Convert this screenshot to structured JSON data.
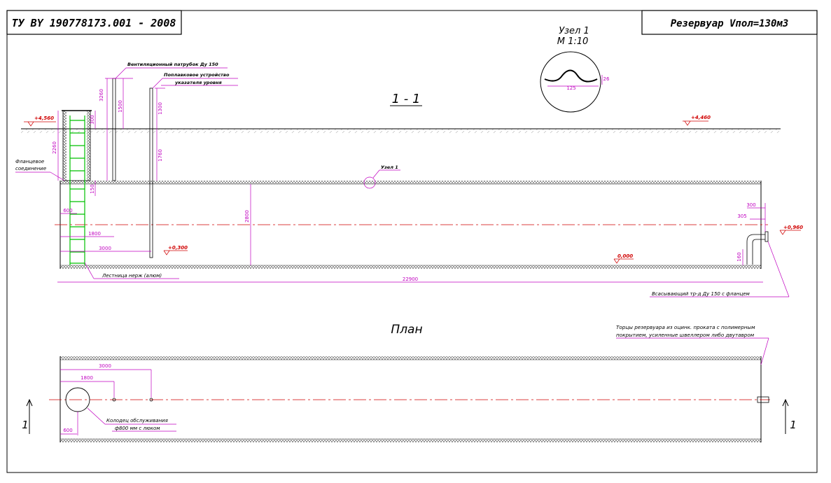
{
  "title_left": "ТУ BY 190778173.001 - 2008",
  "title_right": "Резервуар Vпол=130м3",
  "node": {
    "title": "Узел 1",
    "scale": "М 1:10",
    "dim_width": "125",
    "dim_height": "26"
  },
  "section_label": "1 - 1",
  "plan_label": "План",
  "callouts": {
    "vent": "Вентиляционный патрубок Ду 150",
    "float_line1": "Поплавковое устройство",
    "float_line2": "указателя уровня",
    "flange_line1": "Фланцевое",
    "flange_line2": "соединение",
    "node_ref": "Узел 1",
    "ladder": "Лестница нерж (алюм)",
    "suction": "Всасывающий тр-д Ду 150 с фланцем",
    "ends_line1": "Торцы резервуара из оцинк. проката с полимерным",
    "ends_line2": "покрытием, усиленные швеллером либо двутавром",
    "well_line1": "Колодец обслуживания",
    "well_line2": "ф800 мм с люком"
  },
  "elevations": {
    "left_ground": "+4,560",
    "right_ground": "+4,460",
    "float_bottom": "+0,300",
    "tank_bottom": "0,000",
    "pipe": "+0,960"
  },
  "dims": {
    "h3260": "3260",
    "h1500": "1500",
    "h1300": "1300",
    "h300": "300",
    "h2260": "2260",
    "h1760": "1760",
    "h150": "150",
    "h2800": "2800",
    "w600": "600",
    "w1800": "1800",
    "w3000": "3000",
    "w22900": "22900",
    "w300": "300",
    "w305": "305",
    "h160": "160",
    "plan_w3000": "3000",
    "plan_w1800": "1800",
    "plan_w600": "600"
  },
  "cut_marks": {
    "left": "1",
    "right": "1"
  },
  "colors": {
    "dim": "#c000c0",
    "axis": "#d00000",
    "ladder": "#00c000",
    "line": "#000000",
    "elev": "#d00000"
  }
}
